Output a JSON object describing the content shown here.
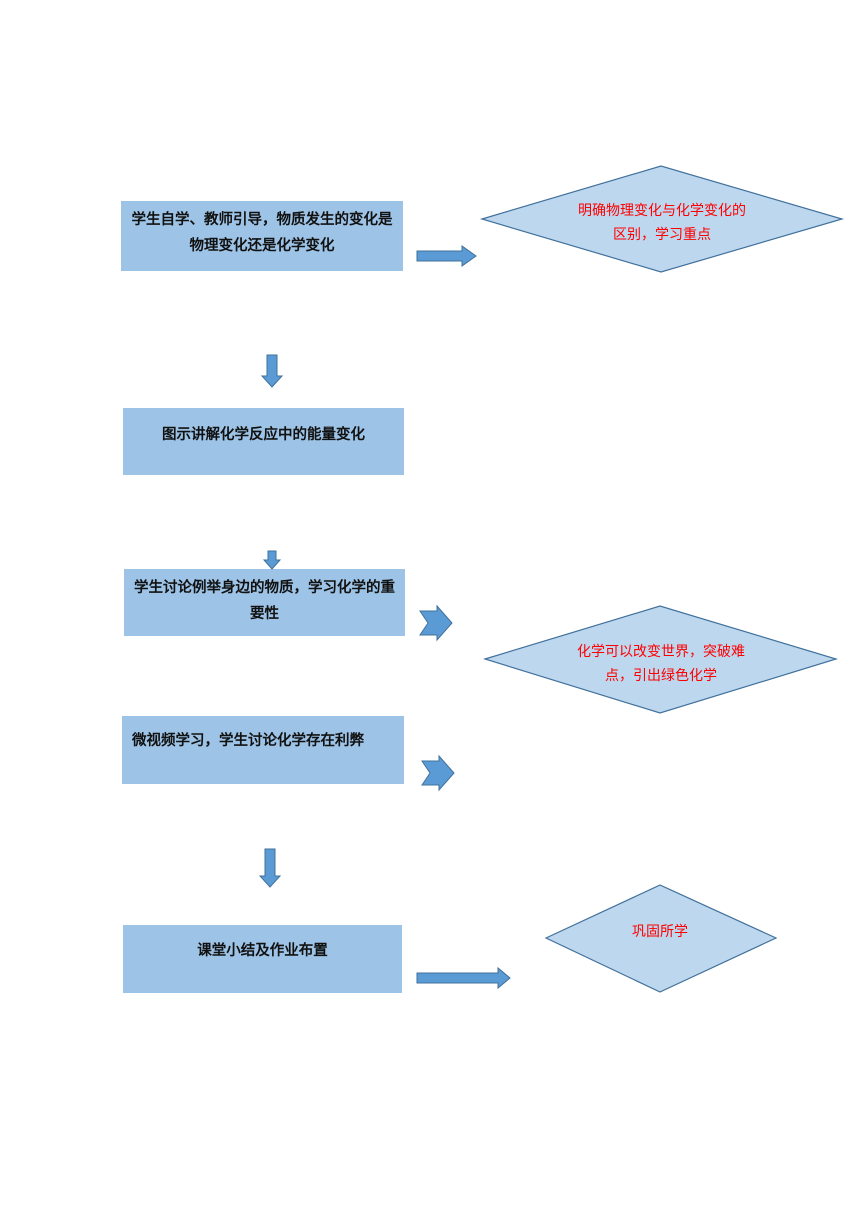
{
  "steps": [
    {
      "text": "学生自学、教师引导，物质发生的变化是物理变化还是化学变化"
    },
    {
      "text": "图示讲解化学反应中的能量变化"
    },
    {
      "text": "学生讨论例举身边的物质，学习化学的重要性"
    },
    {
      "text": "微视频学习，学生讨论化学存在利弊"
    },
    {
      "text": "课堂小结及作业布置"
    }
  ],
  "outcomes": [
    {
      "text": "明确物理变化与化学变化的区别，学习重点"
    },
    {
      "text": "化学可以改变世界，突破难点，引出绿色化学"
    },
    {
      "text": "巩固所学"
    }
  ],
  "colors": {
    "box_fill": "#9dc3e6",
    "diamond_fill": "#bdd7ee",
    "diamond_stroke": "#41719c",
    "arrow_fill": "#5b9bd5",
    "arrow_stroke": "#41719c",
    "outcome_text": "#ff0000"
  }
}
